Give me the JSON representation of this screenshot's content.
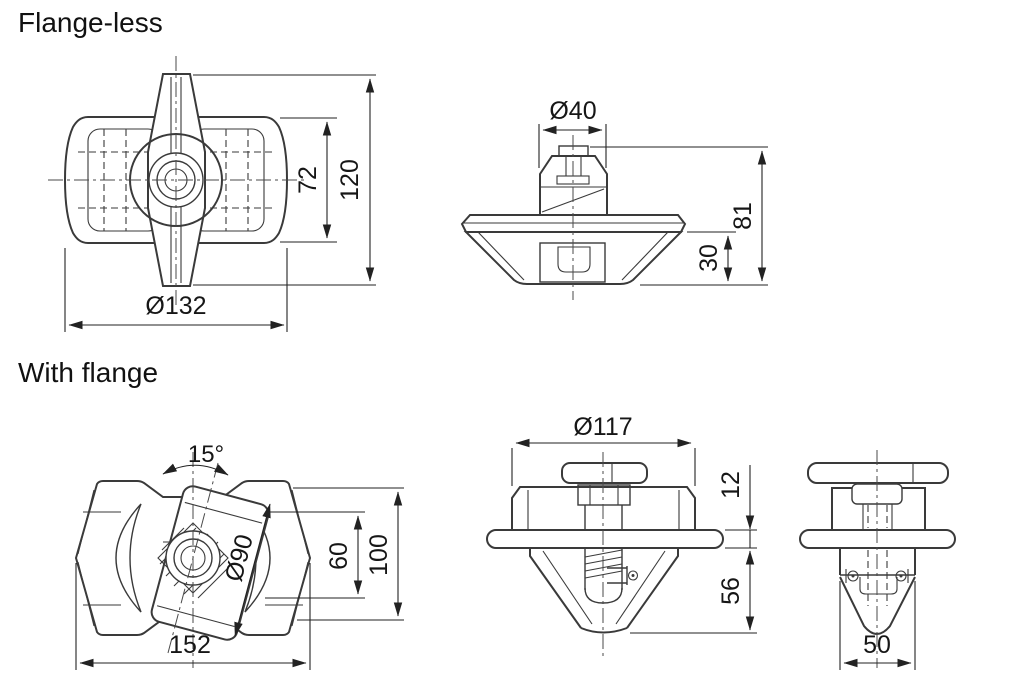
{
  "drawing": {
    "background": "#ffffff",
    "line_color": "#3a3a3a",
    "dimension_color": "#222222"
  },
  "sections": {
    "flangeless": {
      "title": "Flange-less",
      "plan_view": {
        "width_dia": "Ø132",
        "body_height": "72",
        "handle_length": "120"
      },
      "side_view": {
        "knob_dia": "Ø40",
        "overall_height": "81",
        "base_height": "30"
      }
    },
    "with_flange": {
      "title": "With flange",
      "plan_view": {
        "handle_angle": "15°",
        "hub_dia": "Ø90",
        "inner_height": "60",
        "body_height": "100",
        "overall_width": "152"
      },
      "side_view": {
        "flange_dia": "Ø117",
        "flange_thickness": "12",
        "cone_height": "56"
      },
      "end_view": {
        "cone_width": "50"
      }
    }
  }
}
